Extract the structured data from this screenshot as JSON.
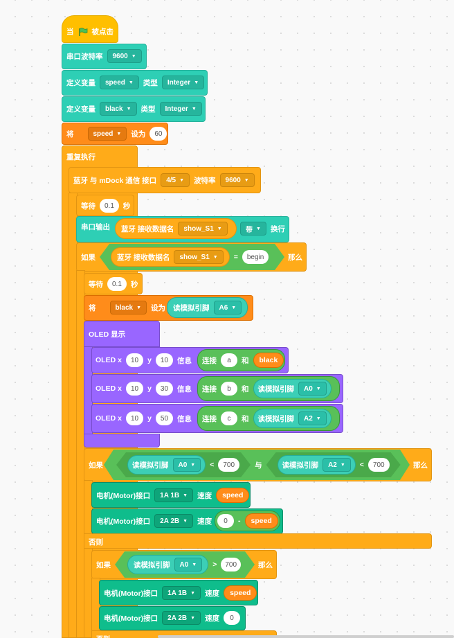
{
  "hat": {
    "label_when": "当",
    "label_clicked": "被点击"
  },
  "serial_baud": {
    "label": "串口波特率",
    "value": "9600"
  },
  "var_def_1": {
    "label": "定义变量",
    "name": "speed",
    "type_label": "类型",
    "type": "Integer"
  },
  "var_def_2": {
    "label": "定义变量",
    "name": "black",
    "type_label": "类型",
    "type": "Integer"
  },
  "set_speed": {
    "label": "将",
    "var": "speed",
    "set_label": "设为",
    "value": "60"
  },
  "forever": {
    "label": "重复执行"
  },
  "bt_mdock": {
    "label": "蓝牙 与 mDock 通信 接口",
    "port": "4/5",
    "baud_label": "波特率",
    "baud": "9600"
  },
  "wait_1": {
    "label": "等待",
    "value": "0.1",
    "unit": "秒"
  },
  "serial_out": {
    "label": "串口输出",
    "bt_label": "蓝牙 接收数据名",
    "bt_name": "show_S1",
    "mode": "带",
    "newline": "换行"
  },
  "if_1": {
    "label": "如果",
    "bt_label": "蓝牙 接收数据名",
    "bt_name": "show_S1",
    "op": "=",
    "value": "begin",
    "then": "那么"
  },
  "wait_2": {
    "label": "等待",
    "value": "0.1",
    "unit": "秒"
  },
  "set_black": {
    "label": "将",
    "var": "black",
    "set_label": "设为",
    "read_label": "读模拟引脚",
    "pin": "A6"
  },
  "oled_show": {
    "label": "OLED 显示"
  },
  "oled_rows": [
    {
      "label": "OLED x",
      "x": "10",
      "y_label": "y",
      "y": "10",
      "info": "信息",
      "join": "连接",
      "a": "a",
      "and": "和",
      "b_var": "black"
    },
    {
      "label": "OLED x",
      "x": "10",
      "y_label": "y",
      "y": "30",
      "info": "信息",
      "join": "连接",
      "a": "b",
      "and": "和",
      "read_label": "读模拟引脚",
      "pin": "A0"
    },
    {
      "label": "OLED x",
      "x": "10",
      "y_label": "y",
      "y": "50",
      "info": "信息",
      "join": "连接",
      "a": "c",
      "and": "和",
      "read_label": "读模拟引脚",
      "pin": "A2"
    }
  ],
  "if_2": {
    "label": "如果",
    "read1_label": "读模拟引脚",
    "pin1": "A0",
    "op1": "<",
    "val1": "700",
    "and": "与",
    "read2_label": "读模拟引脚",
    "pin2": "A2",
    "op2": "<",
    "val2": "700",
    "then": "那么"
  },
  "motor_1": {
    "label": "电机(Motor)接口",
    "port": "1A 1B",
    "speed_label": "速度",
    "var": "speed"
  },
  "motor_2": {
    "label": "电机(Motor)接口",
    "port": "2A 2B",
    "speed_label": "速度",
    "zero": "0",
    "minus": "-",
    "var": "speed"
  },
  "else_1": {
    "label": "否则"
  },
  "if_3": {
    "label": "如果",
    "read_label": "读模拟引脚",
    "pin": "A0",
    "op": ">",
    "value": "700",
    "then": "那么"
  },
  "motor_3": {
    "label": "电机(Motor)接口",
    "port": "1A 1B",
    "speed_label": "速度",
    "var": "speed"
  },
  "motor_4": {
    "label": "电机(Motor)接口",
    "port": "2A 2B",
    "speed_label": "速度",
    "value": "0"
  },
  "else_2": {
    "label": "否则"
  },
  "colors": {
    "event": "#ffbf00",
    "control": "#ffab19",
    "serial": "#2ecfb5",
    "variable": "#ff8c1a",
    "looks": "#9966ff",
    "motor": "#0fbd8c",
    "operator": "#59c059"
  }
}
